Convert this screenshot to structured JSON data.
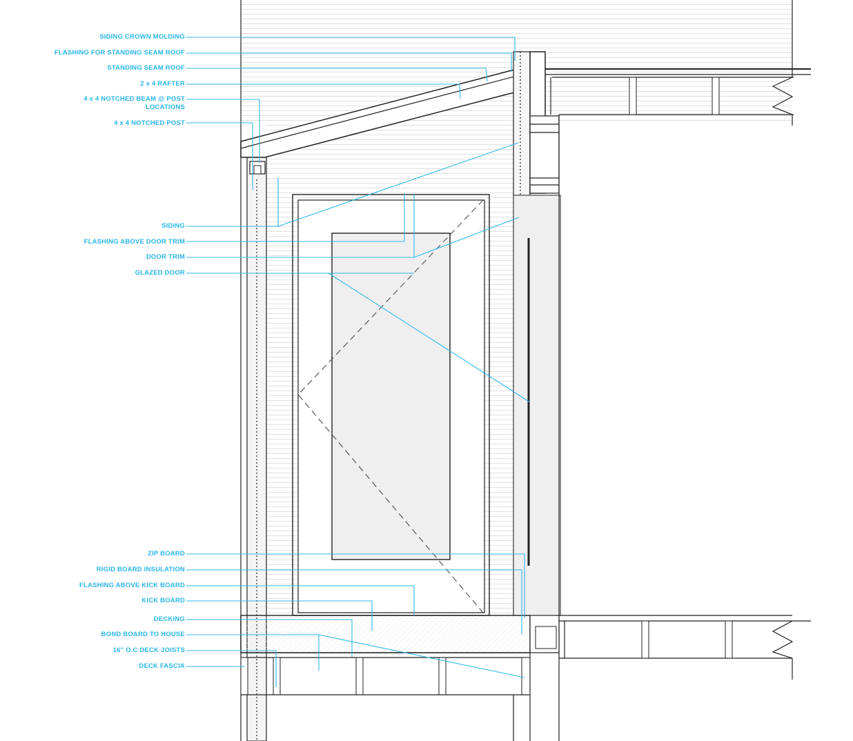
{
  "labels": {
    "siding_crown_molding": "SIDING CROWN MOLDING",
    "flashing_standing_seam": "FLASHING FOR STANDING SEAM ROOF",
    "standing_seam_roof": "STANDING SEAM ROOF",
    "rafter": "2 x 4 RAFTER",
    "notched_beam": "4 x 4 NOTCHED BEAM @ POST LOCATIONS",
    "notched_post": "4 x 4 NOTCHED POST",
    "siding": "SIDING",
    "flashing_above_door_trim": "FLASHING ABOVE DOOR TRIM",
    "door_trim": "DOOR TRIM",
    "glazed_door": "GLAZED DOOR",
    "zip_board": "ZIP BOARD",
    "rigid_board_insulation": "RIGID BOARD INSULATION",
    "flashing_above_kick_board": "FLASHING ABOVE KICK BOARD",
    "kick_board": "KICK BOARD",
    "decking": "DECKING",
    "bond_board": "BOND BOARD TO HOUSE",
    "deck_joists": "16\" O.C DECK JOISTS",
    "deck_fascia": "DECK FASCIA"
  },
  "colors": {
    "leader": "#2fb8e8",
    "label_text": "#29b6e6",
    "linework": "#1f1f1f",
    "siding_lines": "#d7d7d7",
    "glass_fill": "#efefef"
  }
}
